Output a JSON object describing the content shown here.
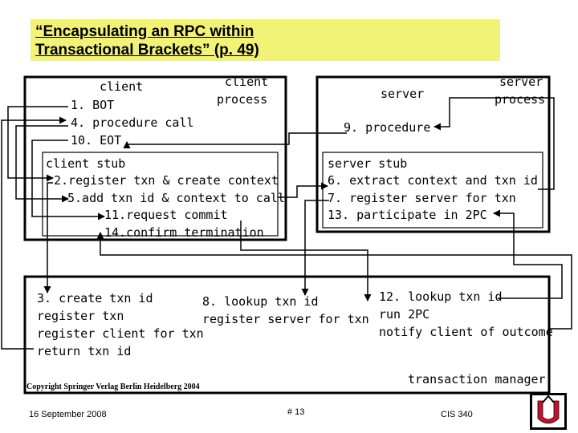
{
  "title": {
    "line1": "“Encapsulating an RPC within",
    "line2": "Transactional Brackets” (p. 49)"
  },
  "client": {
    "label": "client",
    "lines": [
      "1. BOT",
      "4. procedure call",
      "10. EOT"
    ],
    "process_label": [
      "client",
      "process"
    ]
  },
  "client_stub": {
    "lines": [
      "client stub",
      "2.register txn & create context",
      "5.add txn id & context to call",
      "11.request commit",
      "14.confirm termination"
    ]
  },
  "server": {
    "label": "server",
    "procedure": "9. procedure",
    "process_label": [
      "server",
      "process"
    ]
  },
  "server_stub": {
    "lines": [
      "server stub",
      "6. extract context and txn id",
      "7. register server for txn",
      "13. participate in 2PC"
    ]
  },
  "transaction_manager": {
    "col1": [
      "3. create txn id",
      "register txn",
      "register client for txn",
      "return txn id"
    ],
    "col2": [
      "8. lookup txn id",
      "register server for txn"
    ],
    "col3": [
      "12. lookup txn id",
      "run 2PC",
      "notify client of outcome"
    ],
    "label": "transaction manager"
  },
  "copyright": "Copyright Springer Verlag Berlin Heidelberg 2004",
  "footer": {
    "date": "16 September 2008",
    "page": "# 13",
    "course": "CIS 340"
  },
  "colors": {
    "title_background": "#f2f277",
    "logo_red": "#c8102e"
  },
  "icons": [
    "university-logo-icon"
  ]
}
